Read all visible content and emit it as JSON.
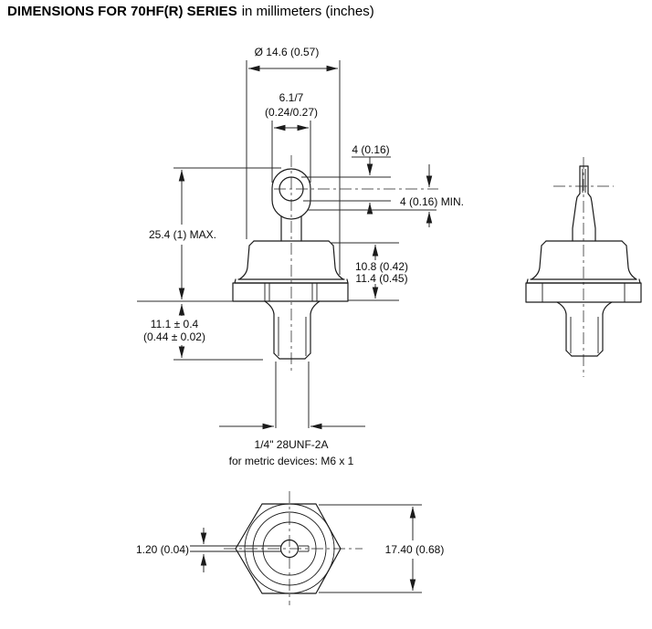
{
  "title": {
    "text": "DIMENSIONS FOR 70HF(R) SERIES",
    "suffix": "in millimeters (inches)"
  },
  "views": {
    "front": {
      "dimensions": {
        "case_diameter": "Ø 14.6 (0.57)",
        "tab_width_mm": "6.1/7",
        "tab_width_in": "(0.24/0.27)",
        "hole_diameter": "4 (0.16)",
        "hole_center_to_edge": "4 (0.16) MIN.",
        "overall_height": "25.4 (1) MAX.",
        "case_height_line1": "10.8 (0.42)",
        "case_height_line2": "11.4 (0.45)",
        "stud_length_mm": "11.1 ± 0.4",
        "stud_length_in": "(0.44 ± 0.02)",
        "thread_spec": "1/4\" 28UNF-2A",
        "thread_metric": "for metric devices: M6 x 1"
      }
    },
    "bottom": {
      "dimensions": {
        "tab_thickness": "1.20 (0.04)",
        "hex_across_flats": "17.40 (0.68)"
      }
    }
  }
}
